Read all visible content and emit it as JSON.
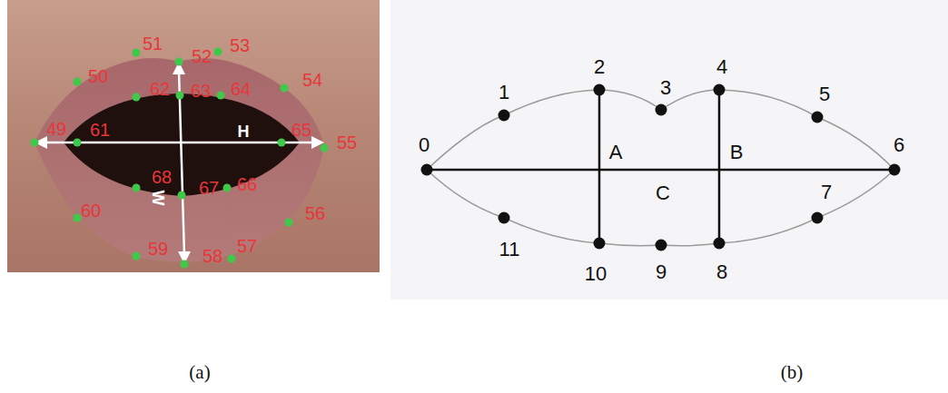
{
  "diagram": {
    "labels": [
      "51",
      "52",
      "53",
      "50",
      "62",
      "63",
      "64",
      "54",
      "49",
      "61",
      "H",
      "65",
      "55",
      "68",
      "W",
      "67",
      "66",
      "60",
      "56",
      "59",
      "58",
      "57",
      "1",
      "2",
      "3",
      "4",
      "5",
      "0",
      "A",
      "B",
      "6",
      "C",
      "11",
      "10",
      "9",
      "8",
      "7",
      "(a)",
      "(b)"
    ]
  }
}
